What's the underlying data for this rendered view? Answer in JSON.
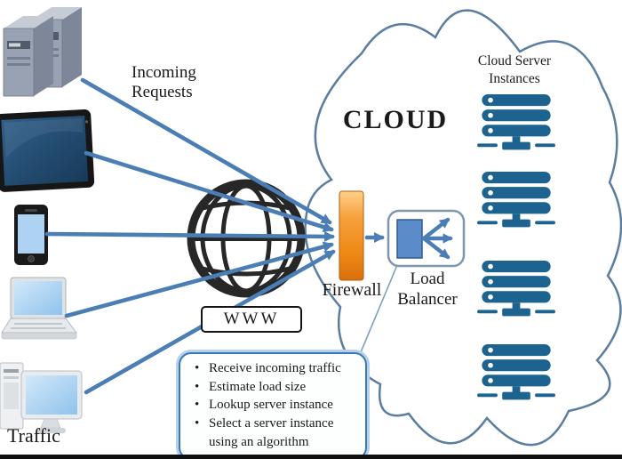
{
  "labels": {
    "incoming_requests": "Incoming Requests",
    "traffic": "Traffic",
    "cloud": "CLOUD",
    "www": "WWW",
    "firewall": "Firewall",
    "load_balancer": "Load Balancer",
    "cloud_server_instances": "Cloud Server Instances"
  },
  "callout": {
    "items": [
      "Receive incoming traffic",
      "Estimate load size",
      "Lookup server instance",
      "Select a server instance using an algorithm"
    ]
  },
  "server_instances": {
    "count": 4
  },
  "icons": {
    "tower-server-icon": "two 3d gray tower servers",
    "tablet-icon": "black tablet with dark blue screen",
    "smartphone-icon": "black smartphone with blue screen",
    "laptop-icon": "silver laptop with blue screen",
    "desktop-icon": "tower pc with blue-screen monitor",
    "globe-icon": "black wireframe globe",
    "firewall-icon": "orange vertical bar",
    "load-balancer-icon": "blue block with fan-out arrows",
    "server-stack-icon": "blue three-bar server rack on stand"
  },
  "colors": {
    "traffic_arrow_blue": "#4a7eb5",
    "firewall_orange": "#f08c1e",
    "server_rack_blue": "#1d6390",
    "cloud_outline_blue": "#5b7da0",
    "globe_black": "#272727",
    "callout_border_blue": "#3c78b4",
    "device_screen_blue": "#a9d1f5",
    "text_black": "#1a1a1a"
  }
}
